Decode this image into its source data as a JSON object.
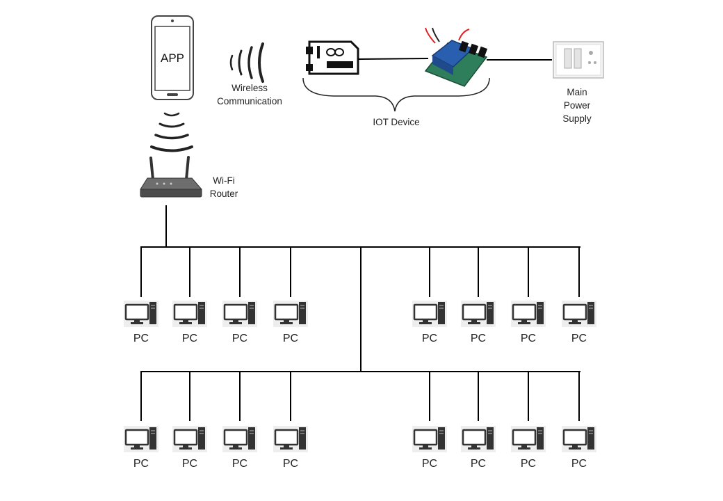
{
  "labels": {
    "app": "APP",
    "wireless": "Wireless\nCommunication",
    "router": "Wi-Fi\nRouter",
    "iot": "IOT Device",
    "power": "Main\nPower\nSupply"
  },
  "pcs": [
    {
      "label": "PC"
    },
    {
      "label": "PC"
    },
    {
      "label": "PC"
    },
    {
      "label": "PC"
    },
    {
      "label": "PC"
    },
    {
      "label": "PC"
    },
    {
      "label": "PC"
    },
    {
      "label": "PC"
    },
    {
      "label": "PC"
    },
    {
      "label": "PC"
    },
    {
      "label": "PC"
    },
    {
      "label": "PC"
    },
    {
      "label": "PC"
    },
    {
      "label": "PC"
    },
    {
      "label": "PC"
    },
    {
      "label": "PC"
    }
  ],
  "colors": {
    "line": "#000000",
    "router_body": "#5a5a5a",
    "relay_blue": "#2a5fb0",
    "board_green": "#2e7d5b"
  }
}
